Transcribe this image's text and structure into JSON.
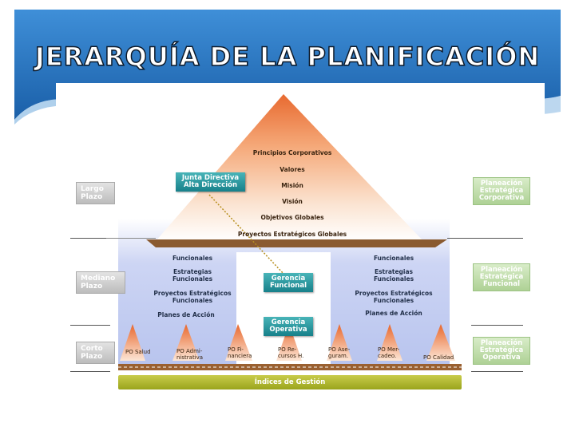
{
  "title": "JERARQUÍA DE LA PLANIFICACIÓN",
  "horizons": {
    "long": [
      "Largo",
      "Plazo"
    ],
    "medium": [
      "Mediano",
      "Plazo"
    ],
    "short": [
      "Corto",
      "Plazo"
    ]
  },
  "planning_levels": {
    "corporate": [
      "Planeación",
      "Estratégica",
      "Corporativa"
    ],
    "functional": [
      "Planeación",
      "Estratégica",
      "Funcional"
    ],
    "operational": [
      "Planeación",
      "Estratégica",
      "Operativa"
    ]
  },
  "pyramid_levels": [
    "Principios Corporativos",
    "Valores",
    "Misión",
    "Visión",
    "Objetivos Globales",
    "Proyectos Estratégicos Globales"
  ],
  "actors": {
    "junta": [
      "Junta Directiva",
      "Alta Dirección"
    ],
    "gerencia_funcional": [
      "Gerencia",
      "Funcional"
    ],
    "gerencia_operativa": [
      "Gerencia",
      "Operativa"
    ]
  },
  "functional_block": {
    "funcionales": "Funcionales",
    "estrategias": [
      "Estrategias",
      "Funcionales"
    ],
    "proyectos": [
      "Proyectos Estratégicos",
      "Funcionales"
    ],
    "planes": "Planes de Acción"
  },
  "operational_plans": [
    [
      "PO Salud"
    ],
    [
      "PO Admi-",
      "nistrativa"
    ],
    [
      "PO Fi-",
      "nanciera"
    ],
    [
      "PO Re-",
      "cursos H."
    ],
    [
      "PO Ase-",
      "guram."
    ],
    [
      "PO Mer-",
      "cadeo."
    ],
    [
      "PO Calidad"
    ]
  ],
  "indices": "Índices de Gestión",
  "colors": {
    "background_blue": "#1e6bb8",
    "pyramid": "#f0a070",
    "teal": "#1e8d94",
    "base_bar": "#b0b830",
    "side_green": "#aed195",
    "side_gray": "#c4c4c4",
    "functional_band": "#c8d2f2"
  }
}
